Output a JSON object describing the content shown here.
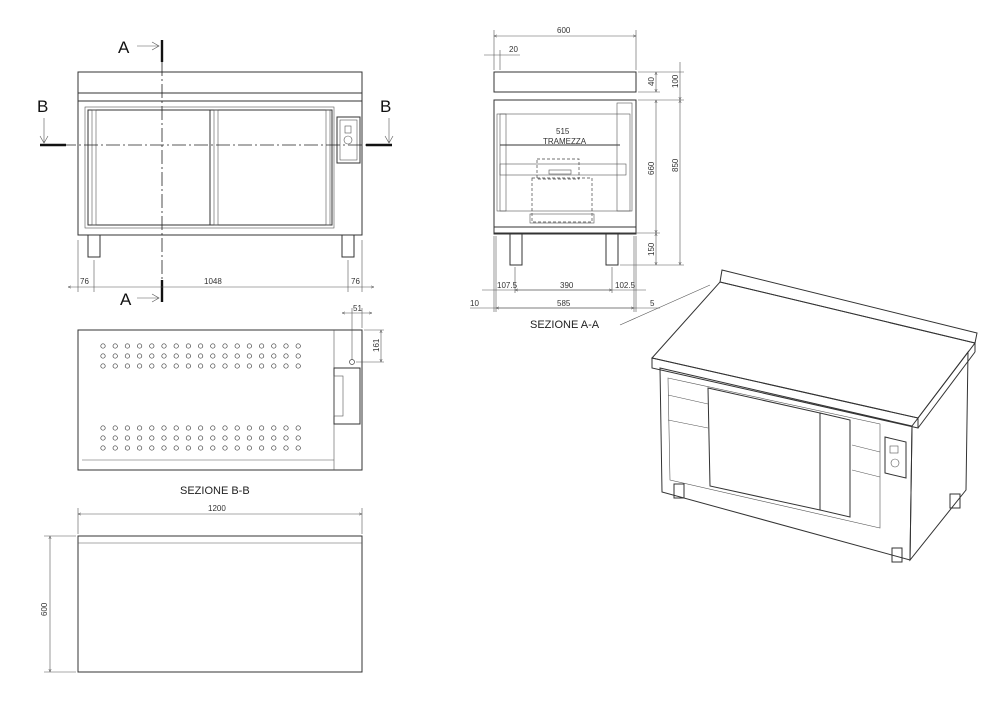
{
  "front_view": {
    "section_a_label": "A",
    "section_b_label": "B",
    "dim_left": "76",
    "dim_between_legs": "1048",
    "dim_right": "76"
  },
  "section_bb": {
    "caption": "SEZIONE B-B",
    "dim_offset": "51",
    "dim_height": "161"
  },
  "top_view": {
    "dim_width": "1200",
    "dim_depth": "600"
  },
  "section_aa": {
    "caption": "SEZIONE A-A",
    "dim_total_width": "600",
    "dim_top_overhang": "20",
    "dim_top_thickness": "40",
    "dim_backsplash": "100",
    "dim_body_height": "660",
    "dim_total_height": "850",
    "dim_leg_height": "150",
    "partition_width": "515",
    "partition_label": "TRAMEZZA",
    "dim_leg_left": "107.5",
    "dim_leg_spacing": "390",
    "dim_leg_right": "102.5",
    "dim_left_offset": "10",
    "dim_body_depth": "585",
    "dim_right_offset": "5"
  }
}
